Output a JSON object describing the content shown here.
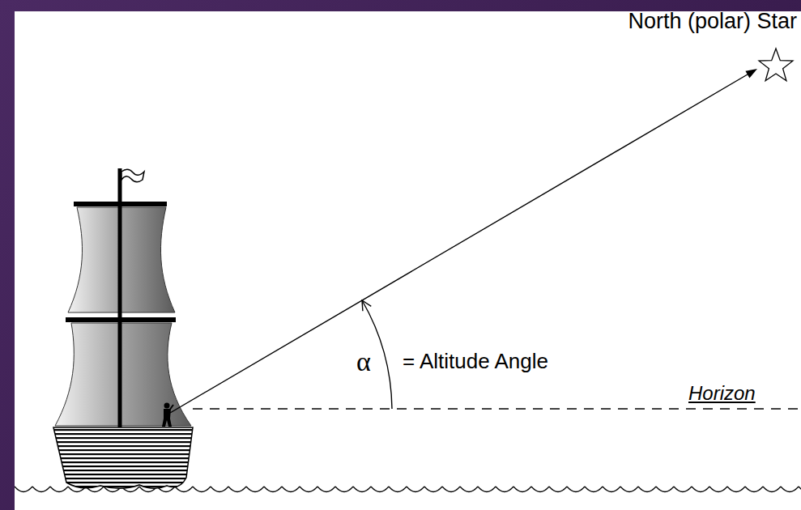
{
  "diagram": {
    "labels": [
      "North (polar) Star",
      "α",
      "= Altitude Angle",
      "Horizon"
    ]
  }
}
